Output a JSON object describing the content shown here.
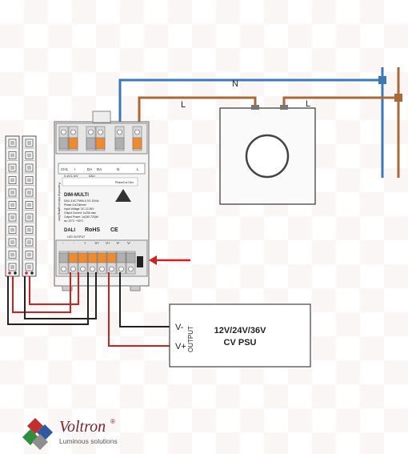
{
  "wires": {
    "neutral_label": "N",
    "live_label_left": "L",
    "live_label_right": "L",
    "colors": {
      "neutral": "#3b78b5",
      "live": "#a86a3a",
      "positive": "#cc2222",
      "negative": "#222222",
      "arrow": "#cc2222"
    }
  },
  "driver": {
    "top_terminals": [
      "CH1",
      "+",
      "DA",
      "DA",
      "N",
      "L"
    ],
    "top_sub_labels": [
      "0-1V/1-10V",
      "DALI",
      "PhaseCut Dim"
    ],
    "model": "DIM-MULTI",
    "specs": [
      "DALI & AC PWM & 0/1-10Vdc",
      "Phase Cut Dimmer",
      "Input Voltage: DC 12-36V",
      "Output Current: 1x20A max",
      "Output Power: 1x(240-720)W",
      "ta=-20°C~+50°C"
    ],
    "marks": [
      "DALI",
      "RoHS",
      "CE"
    ],
    "bottom_label": "LED OUTPUT",
    "bottom_terminals": [
      "-",
      "-",
      "+",
      "V+",
      "V+",
      "V-",
      "V-"
    ],
    "side_text": "Powered by Voltron Lighting Drive"
  },
  "psu": {
    "title_line1": "12V/24V/36V",
    "title_line2": "CV PSU",
    "output_label": "OUTPUT",
    "vneg": "V-",
    "vpos": "V+"
  },
  "brand": {
    "name": "Voltron",
    "registered": "®",
    "tagline": "Luminous solutions"
  }
}
